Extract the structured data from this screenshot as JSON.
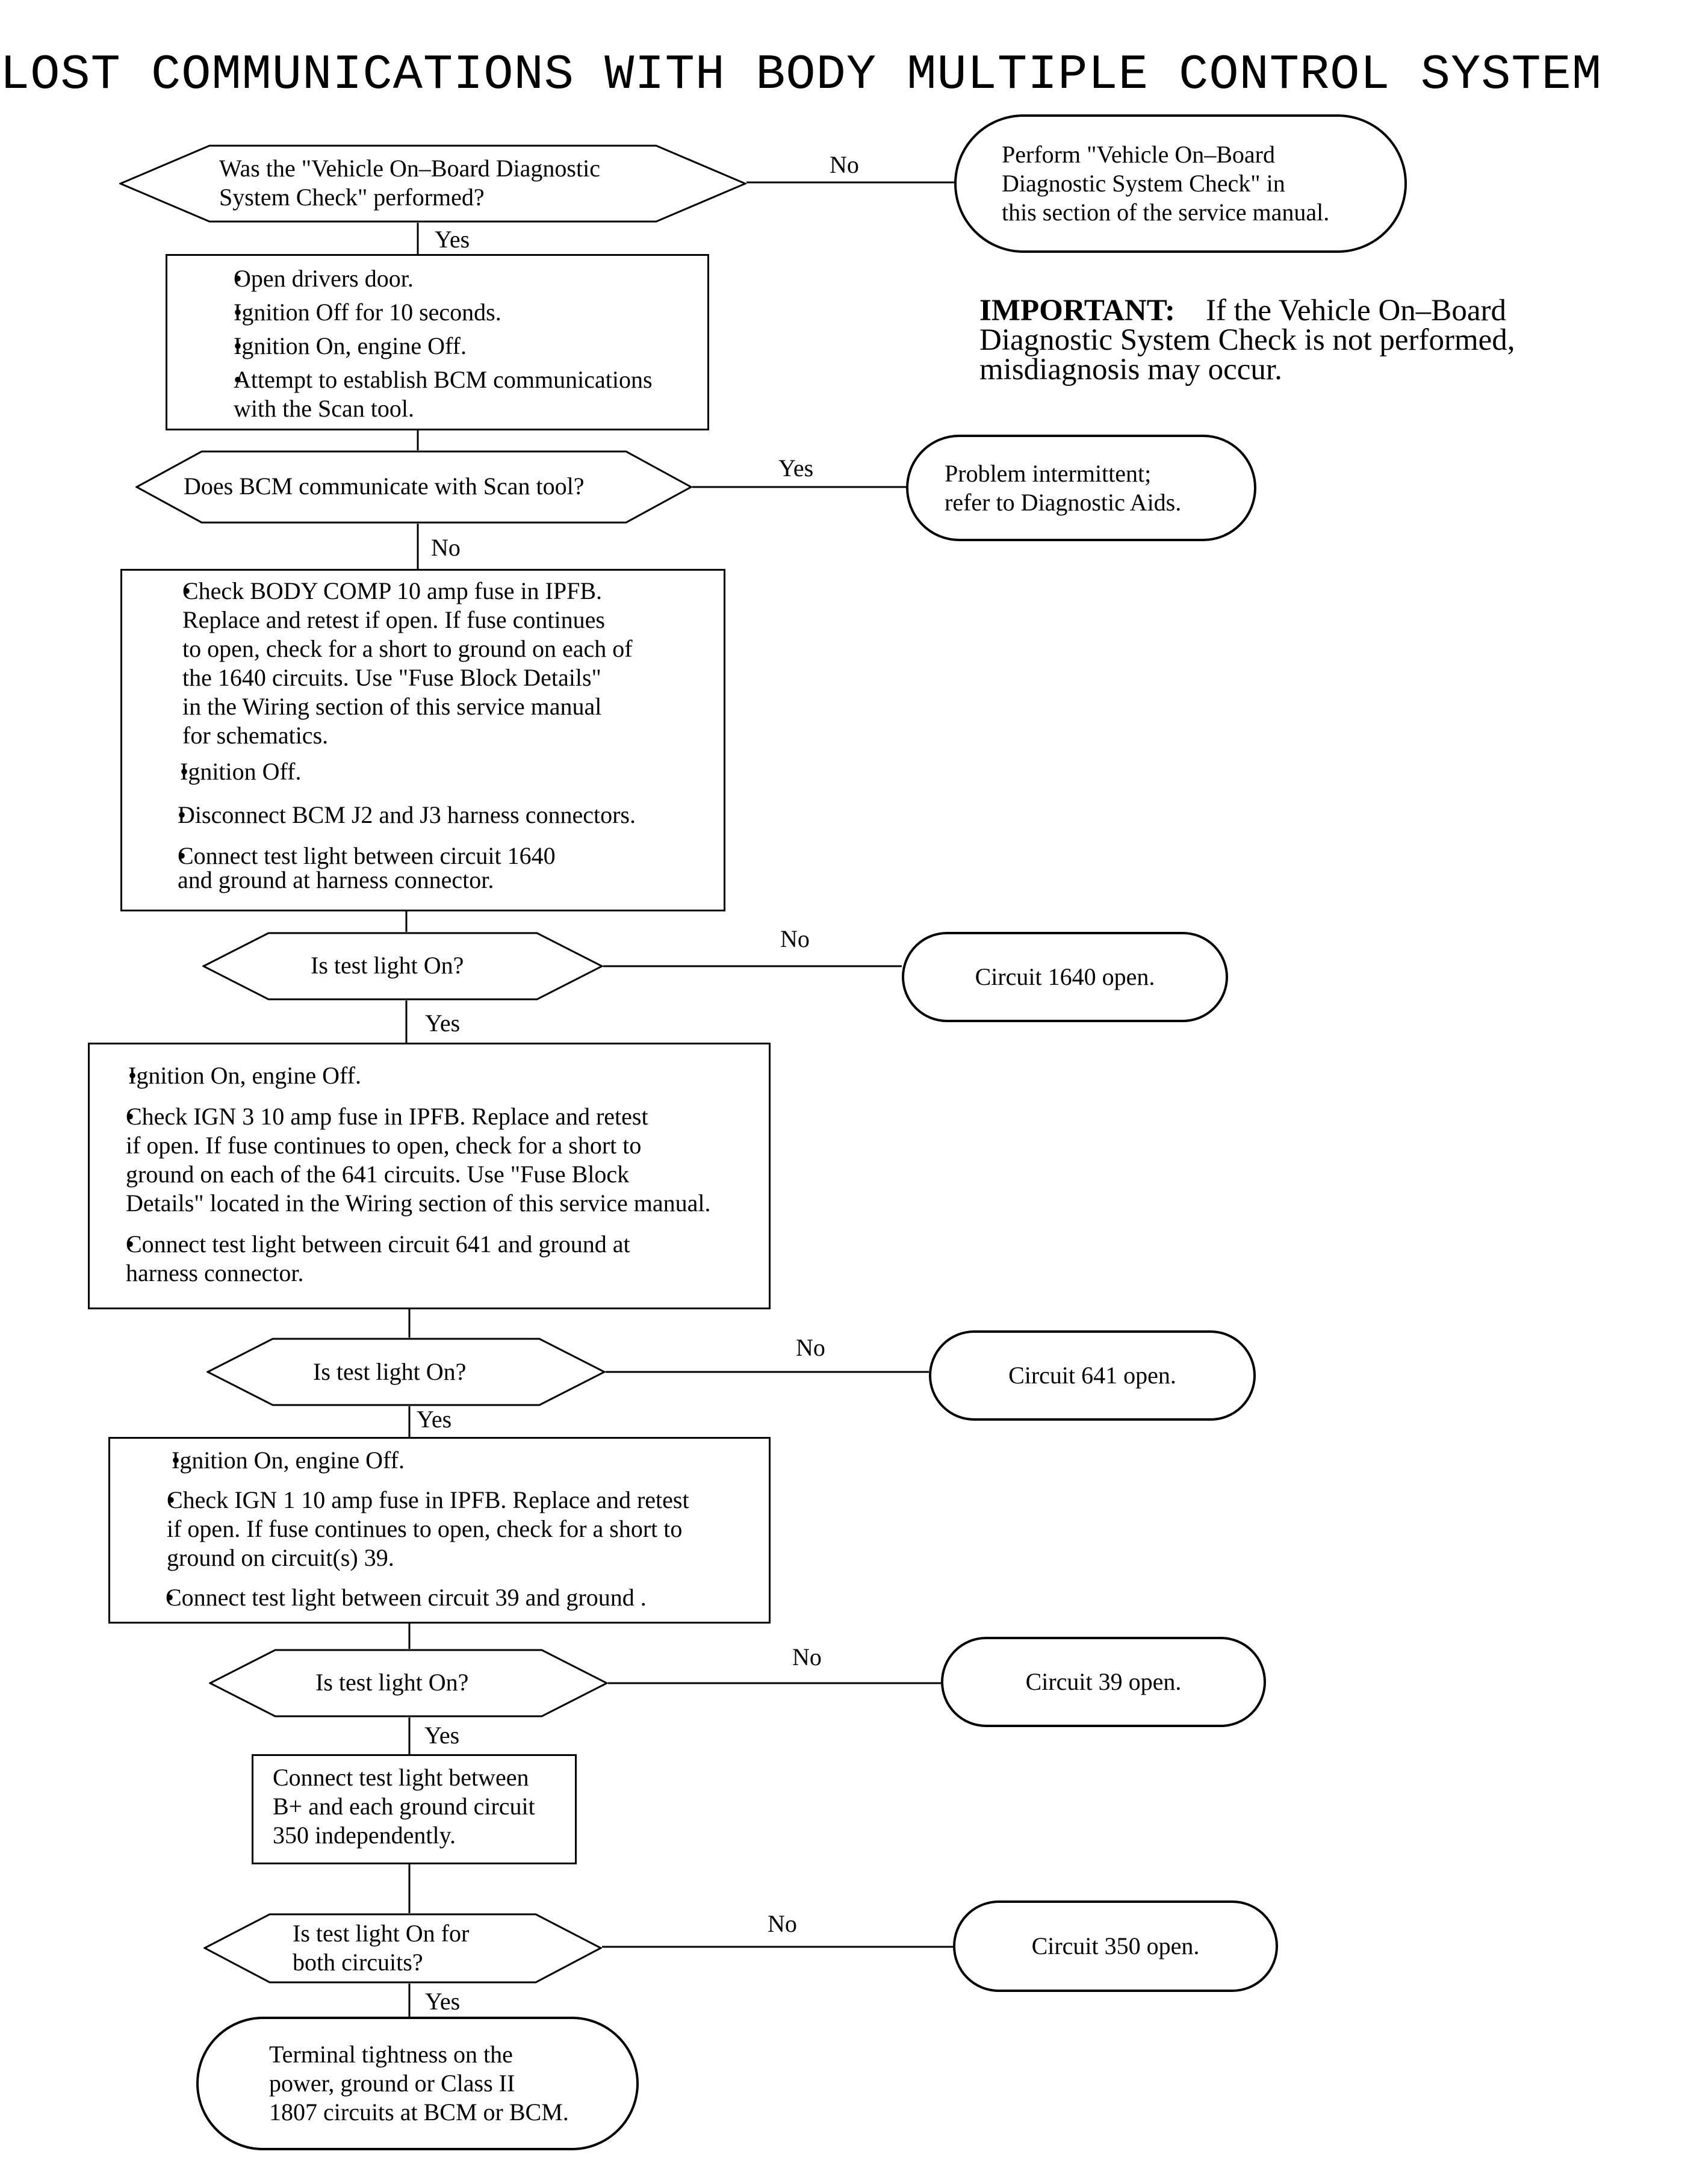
{
  "title": "LOST COMMUNICATIONS WITH BODY MULTIPLE CONTROL SYSTEM",
  "important": {
    "heading": "IMPORTANT:",
    "text": "If the Vehicle On–Board Diagnostic System Check is not performed, misdiagnosis may occur."
  },
  "steps": {
    "q1": {
      "text": "Was the \"Vehicle On–Board Diagnostic\nSystem Check\" performed?",
      "no_label": "No",
      "yes_label": "Yes"
    },
    "t1": {
      "text": "Perform \"Vehicle On–Board\nDiagnostic System Check\" in\nthis section of the service manual."
    },
    "b1": {
      "items": [
        "Open drivers door.",
        "Ignition Off for 10 seconds.",
        "Ignition On, engine Off.",
        "Attempt to establish BCM communications\nwith the Scan tool."
      ]
    },
    "q2": {
      "text": "Does BCM communicate with Scan tool?",
      "yes_label": "Yes",
      "no_label": "No"
    },
    "t2": {
      "text": "Problem intermittent;\nrefer to Diagnostic Aids."
    },
    "b2": {
      "items": [
        "Check BODY COMP 10 amp fuse in IPFB.\nReplace and retest if open.  If fuse continues\nto open, check for a short to ground on each of\nthe 1640 circuits.  Use \"Fuse Block Details\"\nin the Wiring section of this service manual\nfor schematics.",
        "Ignition Off.",
        "Disconnect BCM J2 and J3 harness connectors.",
        "Connect test light between circuit 1640\nand ground at harness connector."
      ]
    },
    "q3": {
      "text": "Is test light On?",
      "no_label": "No",
      "yes_label": "Yes"
    },
    "t3": {
      "text": "Circuit 1640 open."
    },
    "b3": {
      "items": [
        "Ignition On, engine Off.",
        "Check IGN 3 10 amp fuse in IPFB.  Replace and retest\nif open.  If fuse continues to open, check for a short to\nground on each of the 641 circuits.  Use \"Fuse Block\nDetails\" located in the Wiring section of this service manual.",
        "Connect test light between circuit 641 and ground at\nharness connector."
      ]
    },
    "q4": {
      "text": "Is test light On?",
      "no_label": "No",
      "yes_label": "Yes"
    },
    "t4": {
      "text": "Circuit 641 open."
    },
    "b4": {
      "items": [
        "Ignition On, engine Off.",
        "Check IGN 1 10 amp fuse in IPFB.  Replace and retest\nif open.  If fuse continues to open, check for a short to\nground on circuit(s) 39.",
        "Connect test light between circuit 39 and ground ."
      ]
    },
    "q5": {
      "text": "Is test light On?",
      "no_label": "No",
      "yes_label": "Yes"
    },
    "t5": {
      "text": "Circuit 39 open."
    },
    "b5": {
      "text": "Connect test light between\nB+ and each ground circuit\n350 independently."
    },
    "q6": {
      "text": "Is test light On for\nboth circuits?",
      "no_label": "No",
      "yes_label": "Yes"
    },
    "t6": {
      "text": "Circuit 350 open."
    },
    "t7": {
      "text": "Terminal tightness on the\npower, ground or Class II\n1807 circuits at BCM or BCM."
    }
  }
}
